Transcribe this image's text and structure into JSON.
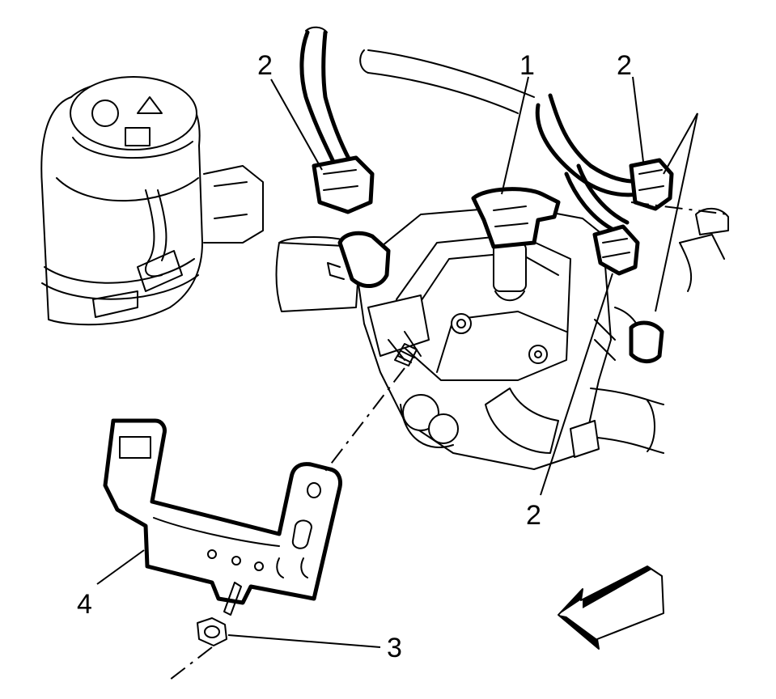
{
  "callouts": {
    "c1": "1",
    "c2a": "2",
    "c2b": "2",
    "c2c": "2",
    "c3": "3",
    "c4": "4"
  },
  "icons": {
    "reservoir": "fluid-reservoir-icon",
    "bracket": "bracket-icon",
    "nut": "nut-icon",
    "arrow": "front-direction-arrow-icon"
  }
}
